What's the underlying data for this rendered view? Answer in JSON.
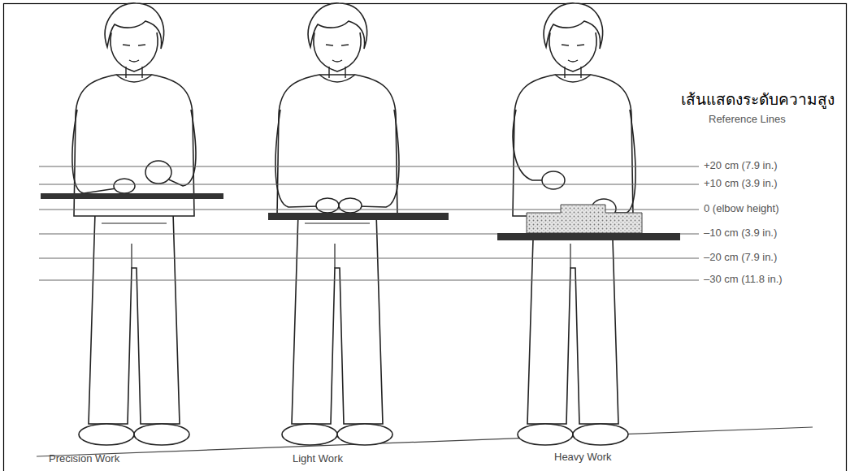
{
  "diagram": {
    "labels": [
      "เส้นแสดงระดับความสูง",
      "Reference Lines",
      "+20 cm (7.9 in.)",
      "+10 cm (3.9 in.)",
      "0 (elbow height)",
      "–10 cm (3.9 in.)",
      "–20 cm (7.9 in.)",
      "–30 cm (11.8 in.)",
      "Precision Work",
      "Light Work",
      "Heavy Work"
    ]
  }
}
